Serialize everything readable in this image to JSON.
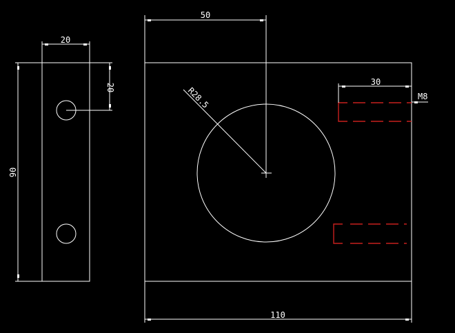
{
  "drawing": {
    "side_view": {
      "width_dim": "20",
      "hole_offset_dim": "20",
      "height_dim": "90"
    },
    "front_view": {
      "center_dim": "50",
      "radius_dim": "R28.5",
      "slot_depth_dim": "30",
      "thread_label": "M8",
      "width_dim": "110"
    },
    "colors": {
      "background": "#000000",
      "geometry": "#ffffff",
      "hidden_lines": "#c8201e"
    }
  }
}
